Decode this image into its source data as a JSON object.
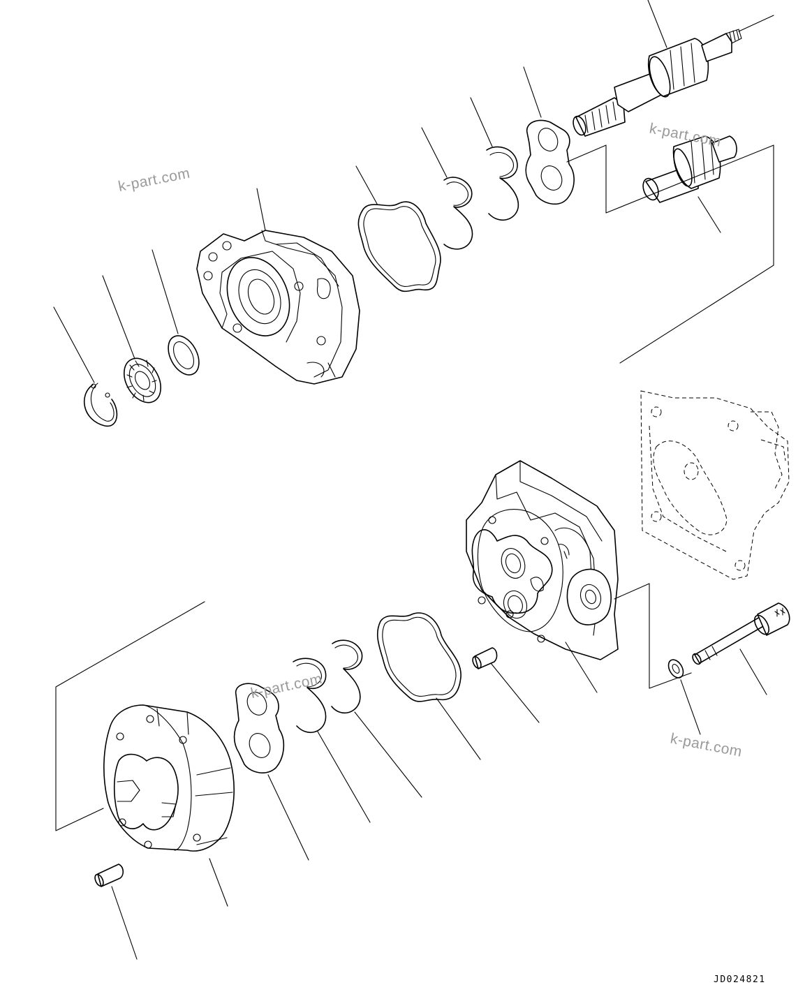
{
  "diagram": {
    "drawing_code": "JD024821",
    "watermarks": [
      "k-part.com",
      "k-part.com",
      "k-part.com",
      "k-part.com"
    ]
  }
}
